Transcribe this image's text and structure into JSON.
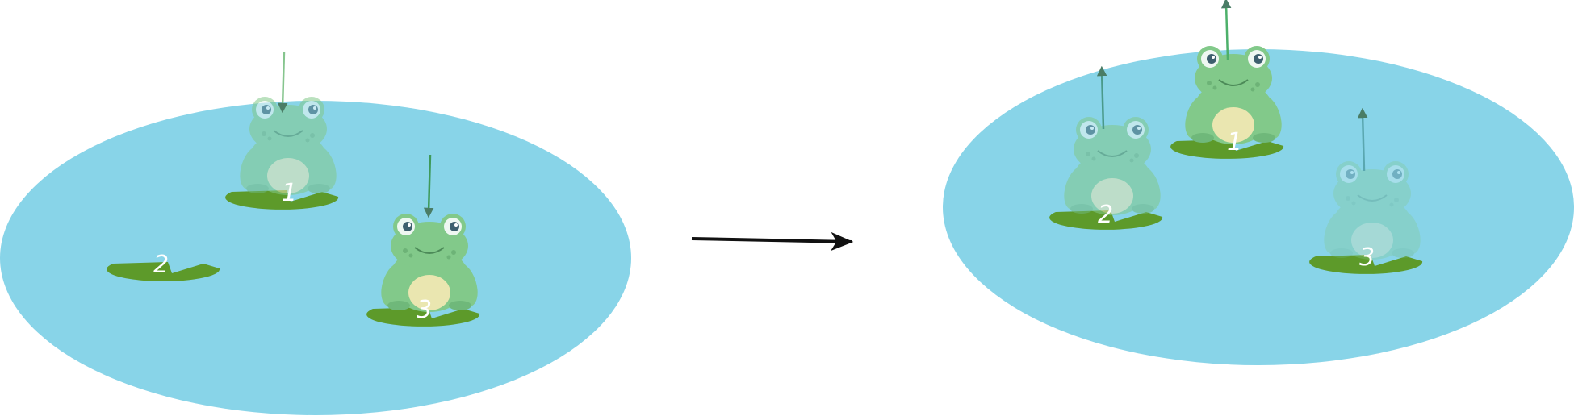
{
  "colors": {
    "pond": "#88d4e8",
    "lily_pad": "#5d9a2a",
    "frog": "#82c98a",
    "frog_belly": "#eae6b0",
    "eye_white": "#eef7f2",
    "eye_pupil": "#3d5f6e",
    "transition_arrow": "#111111"
  },
  "scenes": {
    "before": {
      "pads": [
        {
          "label": "1",
          "has_frog": true,
          "frog_opacity": 0.55,
          "jump": "down",
          "arrow_color": "#86c58e"
        },
        {
          "label": "2",
          "has_frog": false
        },
        {
          "label": "3",
          "has_frog": true,
          "frog_opacity": 1.0,
          "jump": "down",
          "arrow_color": "#3e9a5a"
        }
      ]
    },
    "after": {
      "pads": [
        {
          "label": "1",
          "has_frog": true,
          "frog_opacity": 1.0,
          "jump": "up",
          "arrow_color": "#4db06a"
        },
        {
          "label": "2",
          "has_frog": true,
          "frog_opacity": 0.55,
          "jump": "up",
          "arrow_color": "#4a9a8a"
        },
        {
          "label": "3",
          "has_frog": true,
          "frog_opacity": 0.3,
          "jump": "up",
          "arrow_color": "#5aa7b0"
        }
      ]
    }
  },
  "icons": {
    "frog": "frog-icon",
    "lily_pad": "lily-pad-icon",
    "jump_arrow": "arrow-icon",
    "transition": "right-arrow-icon"
  }
}
